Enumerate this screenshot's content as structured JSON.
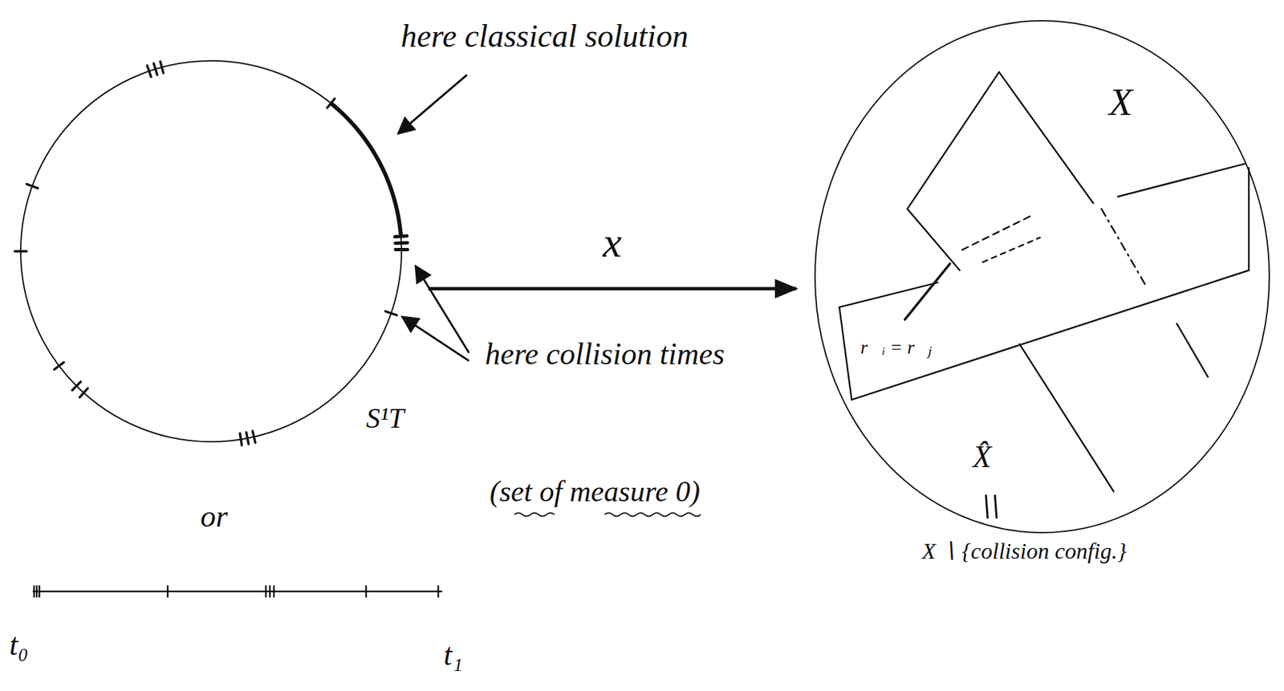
{
  "diagram": {
    "nodes": [
      {
        "text": [
          "S¹T"
        ]
      },
      {
        "text": [
          "X",
          "X̂",
          "X ∖ {collision config.}"
        ]
      }
    ],
    "edges": [
      {
        "from": 0,
        "to": 1,
        "arrow": "to",
        "label": "x"
      }
    ],
    "labels": [
      "here classical solution",
      "here collision times",
      "(set of measure 0)",
      "or",
      "t₀",
      "t₁",
      "r⃗ᵢ = r⃗ⱼ"
    ]
  }
}
